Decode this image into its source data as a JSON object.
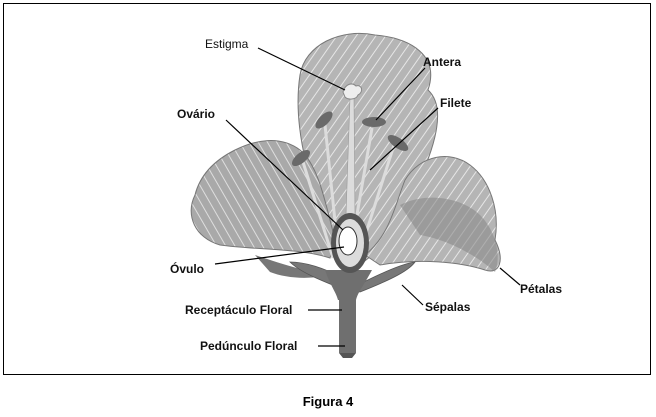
{
  "diagram": {
    "labels": {
      "estigma": "Estigma",
      "antera": "Antera",
      "filete": "Filete",
      "ovario": "Ovário",
      "ovulo": "Óvulo",
      "petalas": "Pétalas",
      "sepalas": "Sépalas",
      "receptaculo": "Receptáculo Floral",
      "pedunculo": "Pedúnculo Floral"
    },
    "colors": {
      "petal_fill": "#b9b9b9",
      "petal_dark": "#8a8a8a",
      "petal_vein": "#ffffff",
      "stem": "#6f6f6f",
      "sepal": "#777777",
      "anther": "#6a6a6a",
      "ovary_wall": "#555555"
    }
  },
  "caption": "Figura 4"
}
